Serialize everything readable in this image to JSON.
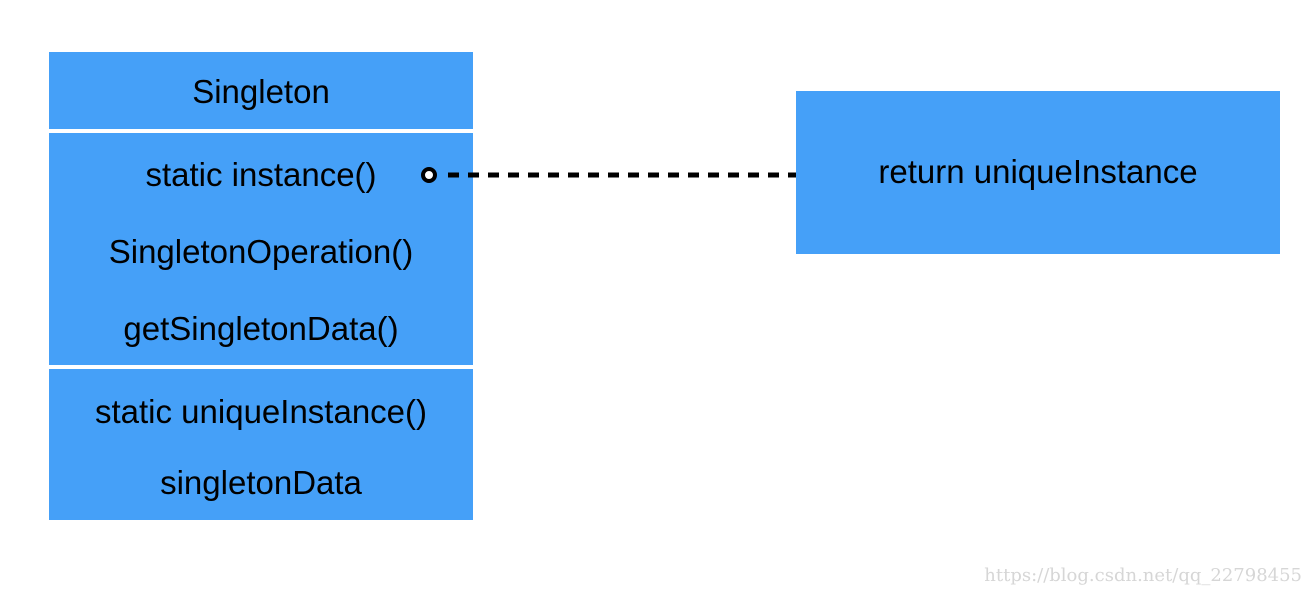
{
  "class_box": {
    "name": "Singleton",
    "operations": [
      "static instance()",
      "SingletonOperation()",
      "getSingletonData()"
    ],
    "attributes": [
      "static uniqueInstance()",
      "singletonData"
    ]
  },
  "note": {
    "text": "return uniqueInstance"
  },
  "watermark": "https://blog.csdn.net/qq_22798455",
  "colors": {
    "box_fill": "#45a0f8",
    "text": "#000000",
    "background": "#ffffff",
    "watermark": "#d6d6d6"
  }
}
